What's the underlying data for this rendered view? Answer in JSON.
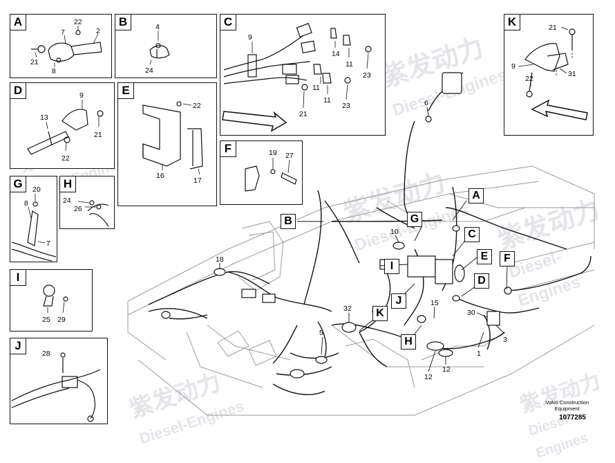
{
  "watermarks": [
    {
      "cn": "紫发动力",
      "en": "Diesel-Engines"
    }
  ],
  "panels": {
    "A": {
      "letter": "A",
      "labels": [
        "22",
        "7",
        "2",
        "21",
        "8"
      ]
    },
    "B": {
      "letter": "B",
      "labels": [
        "4",
        "24"
      ]
    },
    "C": {
      "letter": "C",
      "labels": [
        "9",
        "14",
        "11",
        "23",
        "11",
        "11",
        "23",
        "21"
      ]
    },
    "D": {
      "letter": "D",
      "labels": [
        "9",
        "13",
        "21",
        "22"
      ]
    },
    "E": {
      "letter": "E",
      "labels": [
        "22",
        "16",
        "17"
      ]
    },
    "F": {
      "letter": "F",
      "labels": [
        "19",
        "27"
      ]
    },
    "G": {
      "letter": "G",
      "labels": [
        "20",
        "8",
        "7"
      ]
    },
    "H": {
      "letter": "H",
      "labels": [
        "24",
        "26"
      ]
    },
    "I": {
      "letter": "I",
      "labels": [
        "25",
        "29"
      ]
    },
    "J": {
      "letter": "J",
      "labels": [
        "28"
      ]
    },
    "K": {
      "letter": "K",
      "labels": [
        "21",
        "9",
        "31",
        "22"
      ]
    }
  },
  "callouts": [
    "A",
    "B",
    "G",
    "C",
    "E",
    "F",
    "I",
    "D",
    "J",
    "K",
    "H"
  ],
  "main_labels": [
    "6",
    "10",
    "18",
    "32",
    "5",
    "15",
    "30",
    "3",
    "1",
    "12",
    "12"
  ],
  "caption": {
    "line1": "Volvo Construction",
    "line2": "Equipment",
    "code": "1077285"
  }
}
